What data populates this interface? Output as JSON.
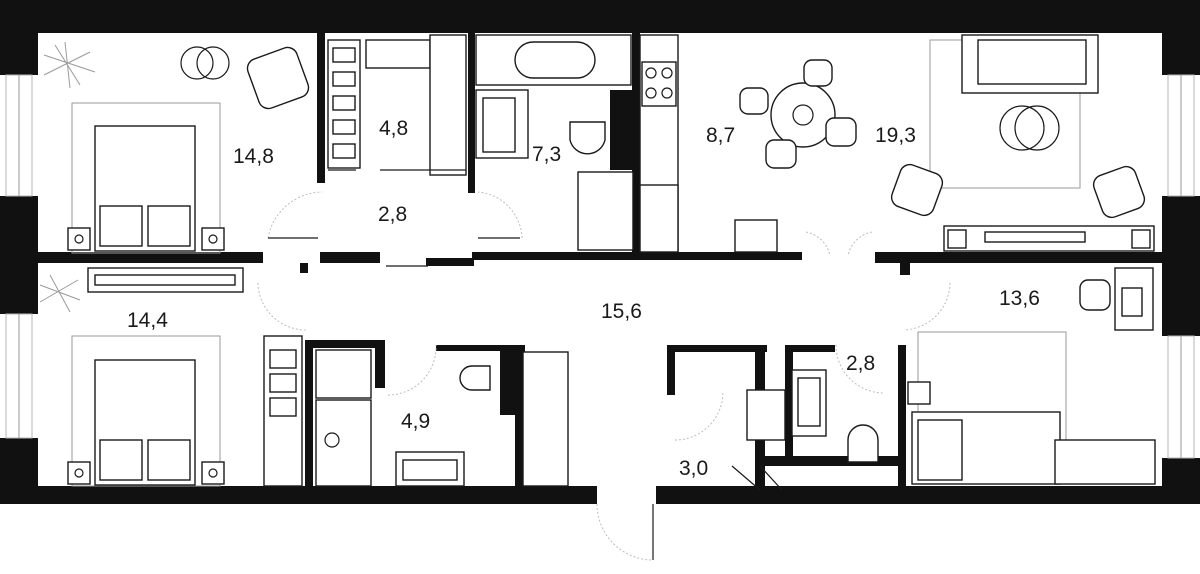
{
  "rooms": [
    {
      "id": "bedroom-1",
      "area": "14,8"
    },
    {
      "id": "wardrobe",
      "area": "4,8"
    },
    {
      "id": "bathroom-1",
      "area": "7,3"
    },
    {
      "id": "kitchen",
      "area": "8,7"
    },
    {
      "id": "living-room",
      "area": "19,3"
    },
    {
      "id": "hall-upper",
      "area": "2,8"
    },
    {
      "id": "bedroom-2",
      "area": "14,4"
    },
    {
      "id": "corridor",
      "area": "15,6"
    },
    {
      "id": "bedroom-3",
      "area": "13,6"
    },
    {
      "id": "bathroom-2",
      "area": "4,9"
    },
    {
      "id": "bathroom-3",
      "area": "2,8"
    },
    {
      "id": "storage",
      "area": "3,0"
    }
  ],
  "colors": {
    "wall": "#111111",
    "line": "#1a1a1a",
    "furniture_grey": "#9a9a9a"
  }
}
